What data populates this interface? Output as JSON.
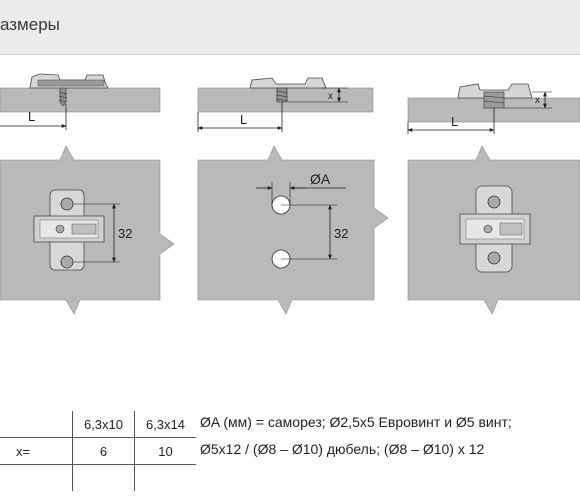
{
  "header": {
    "title": "азмеры"
  },
  "diagrams": {
    "dim_L": "L",
    "dim_x": "x",
    "dim_32": "32",
    "dim_A": "ØA"
  },
  "spec_table": {
    "header": [
      "",
      "6,3x10",
      "6,3x14"
    ],
    "row_x": [
      "x=",
      "6",
      "10"
    ],
    "row_empty": [
      "",
      "",
      ""
    ]
  },
  "notes": {
    "line1": "ØA (мм) = саморез; Ø2,5x5 Евровинт и Ø5 винт;",
    "line2": "Ø5x12 / (Ø8 – Ø10) дюбель; (Ø8 – Ø10) x 12"
  },
  "colors": {
    "panel_gray": "#b8b9bb",
    "header_band": "#ececec",
    "line_dark": "#231f20"
  }
}
